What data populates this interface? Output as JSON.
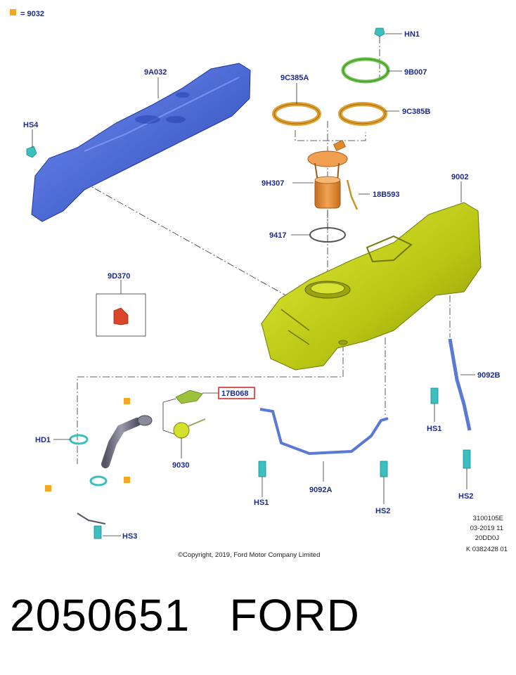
{
  "legend": {
    "square_color": "#f5a623",
    "text": "= 9032"
  },
  "labels": {
    "p9A032": "9A032",
    "hs4": "HS4",
    "hn1": "HN1",
    "p9B007": "9B007",
    "p9C385A": "9C385A",
    "p9C385B": "9C385B",
    "p9H307": "9H307",
    "p18B593": "18B593",
    "p9002": "9002",
    "p9417": "9417",
    "p9D370": "9D370",
    "p17B068": "17B068",
    "p9092B": "9092B",
    "hd1": "HD1",
    "p9030": "9030",
    "hs1_mid": "HS1",
    "hs1_right": "HS1",
    "p9092A": "9092A",
    "hs2_mid": "HS2",
    "hs2_right": "HS2",
    "hs3": "HS3"
  },
  "footer": {
    "code_lines": [
      "3100105E",
      "03-2019 11",
      "20DD0J",
      "K 0382428 01"
    ],
    "copyright": "©Copyright, 2019, Ford Motor Company Limited"
  },
  "caption": "2050651   FORD",
  "colors": {
    "label_blue": "#1c2a8f",
    "shield_blue": "#3b5fd6",
    "tank_green": "#c4d11a",
    "pump_orange": "#e08a2e",
    "ring_gold": "#e0a030",
    "clip_green": "#6cc24a",
    "bolt_teal": "#3bbfbf",
    "strap_blue": "#5a78d6",
    "pipe_gray": "#6b6b7e",
    "highlight_red": "#cc2222"
  }
}
